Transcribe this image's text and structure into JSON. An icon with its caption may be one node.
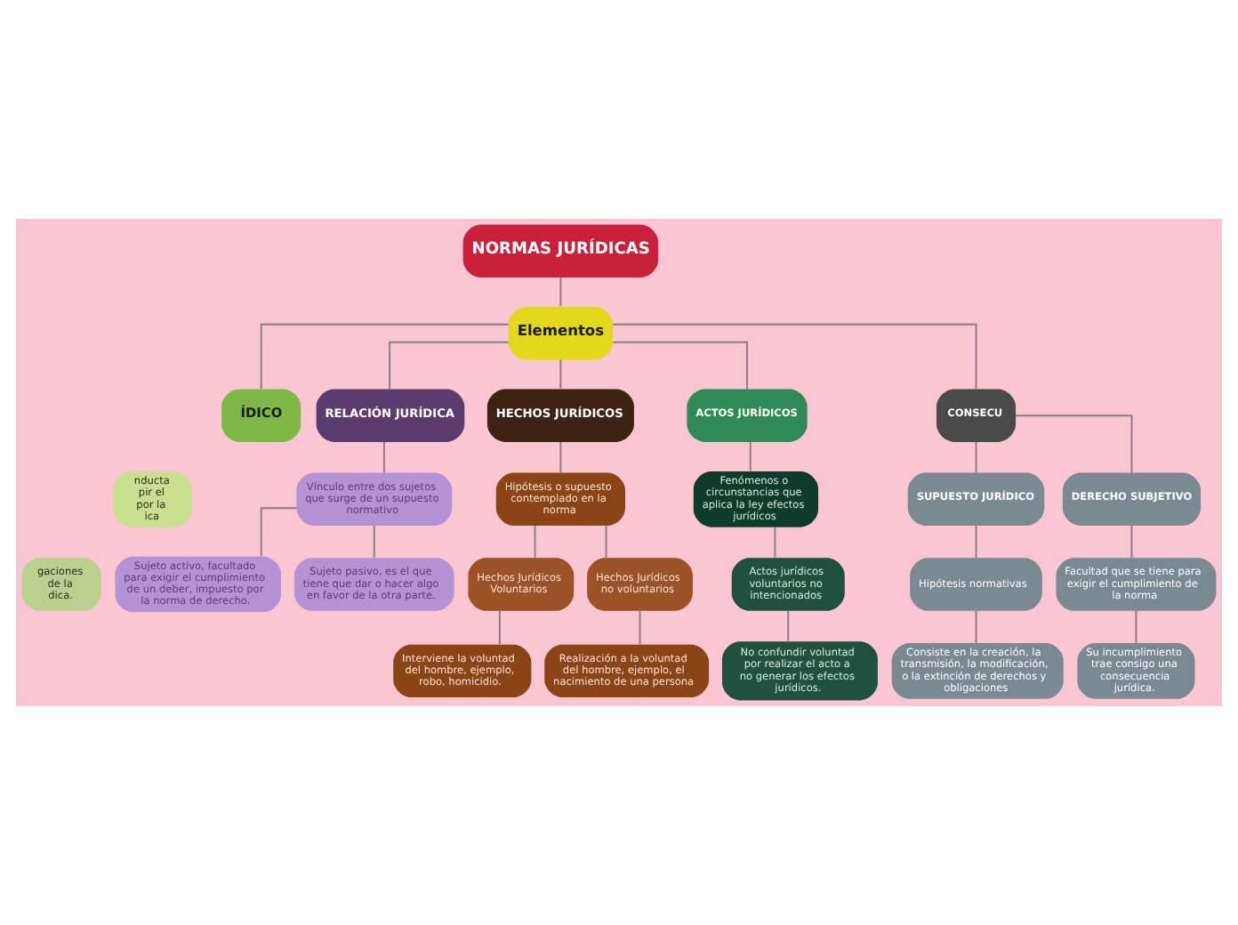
{
  "diagram": {
    "nodes": [
      {
        "text": [
          "NORMAS JURÍDICAS"
        ]
      },
      {
        "text": [
          "Elementos"
        ]
      },
      {
        "text": [
          "ÍDICO"
        ]
      },
      {
        "text": [
          "nducta pir el por la ica"
        ]
      },
      {
        "text": [
          "gaciones de la dica."
        ]
      },
      {
        "text": [
          "RELACIÓN JURÍDICA"
        ]
      },
      {
        "text": [
          "Vínculo entre dos sujetos que surge de un supuesto normativo"
        ]
      },
      {
        "text": [
          "Sujeto activo, facultado para exigir el cumplimiento de un deber, impuesto por la norma de derecho."
        ]
      },
      {
        "text": [
          "Sujeto pasivo, es el que tiene que dar o hacer algo en favor de la otra parte."
        ]
      },
      {
        "text": [
          "HECHOS JURÍDICOS"
        ]
      },
      {
        "text": [
          "Hipótesis o supuesto contemplado en la norma"
        ]
      },
      {
        "text": [
          "Hechos Jurídicos Voluntarios"
        ]
      },
      {
        "text": [
          "Hechos Jurídicos no voluntarios"
        ]
      },
      {
        "text": [
          "Interviene la voluntad del hombre, ejemplo, robo, homicidio."
        ]
      },
      {
        "text": [
          "Realización a la voluntad del hombre, ejemplo, el nacimiento de una persona"
        ]
      },
      {
        "text": [
          "ACTOS JURÍDICOS"
        ]
      },
      {
        "text": [
          "Fenómenos o circunstancias que aplica la ley efectos jurídicos"
        ]
      },
      {
        "text": [
          "Actos jurídicos voluntarios no intencionados"
        ]
      },
      {
        "text": [
          "No confundir voluntad por realizar el acto a no generar los efectos jurídicos."
        ]
      },
      {
        "text": [
          "CONSECU"
        ]
      },
      {
        "text": [
          "SUPUESTO JURÍDICO"
        ]
      },
      {
        "text": [
          "Hipótesis normativas"
        ]
      },
      {
        "text": [
          "Consiste en la creación, la transmisión, la modificación, o la extinción de derechos y obligaciones"
        ]
      },
      {
        "text": [
          "DERECHO SUBJETIVO"
        ]
      },
      {
        "text": [
          "Facultad que se tiene para exigir el cumplimiento de la norma"
        ]
      },
      {
        "text": [
          "Su incumplimiento trae consigo una consecuencia jurídica."
        ]
      }
    ],
    "edges": [
      {
        "from": 0,
        "to": 1,
        "arrow": "none"
      },
      {
        "from": 1,
        "to": 2,
        "arrow": "none"
      },
      {
        "from": 1,
        "to": 5,
        "arrow": "none"
      },
      {
        "from": 1,
        "to": 9,
        "arrow": "none"
      },
      {
        "from": 1,
        "to": 15,
        "arrow": "none"
      },
      {
        "from": 1,
        "to": 19,
        "arrow": "none"
      },
      {
        "from": 5,
        "to": 6,
        "arrow": "none"
      },
      {
        "from": 6,
        "to": 7,
        "arrow": "none"
      },
      {
        "from": 6,
        "to": 8,
        "arrow": "none"
      },
      {
        "from": 9,
        "to": 10,
        "arrow": "none"
      },
      {
        "from": 10,
        "to": 11,
        "arrow": "none"
      },
      {
        "from": 10,
        "to": 12,
        "arrow": "none"
      },
      {
        "from": 11,
        "to": 13,
        "arrow": "none"
      },
      {
        "from": 12,
        "to": 14,
        "arrow": "none"
      },
      {
        "from": 15,
        "to": 16,
        "arrow": "none"
      },
      {
        "from": 16,
        "to": 17,
        "arrow": "none"
      },
      {
        "from": 17,
        "to": 18,
        "arrow": "none"
      },
      {
        "from": 19,
        "to": 20,
        "arrow": "none"
      },
      {
        "from": 19,
        "to": 23,
        "arrow": "none"
      },
      {
        "from": 20,
        "to": 21,
        "arrow": "none"
      },
      {
        "from": 21,
        "to": 22,
        "arrow": "none"
      },
      {
        "from": 23,
        "to": 24,
        "arrow": "none"
      },
      {
        "from": 24,
        "to": 25,
        "arrow": "none"
      }
    ]
  }
}
